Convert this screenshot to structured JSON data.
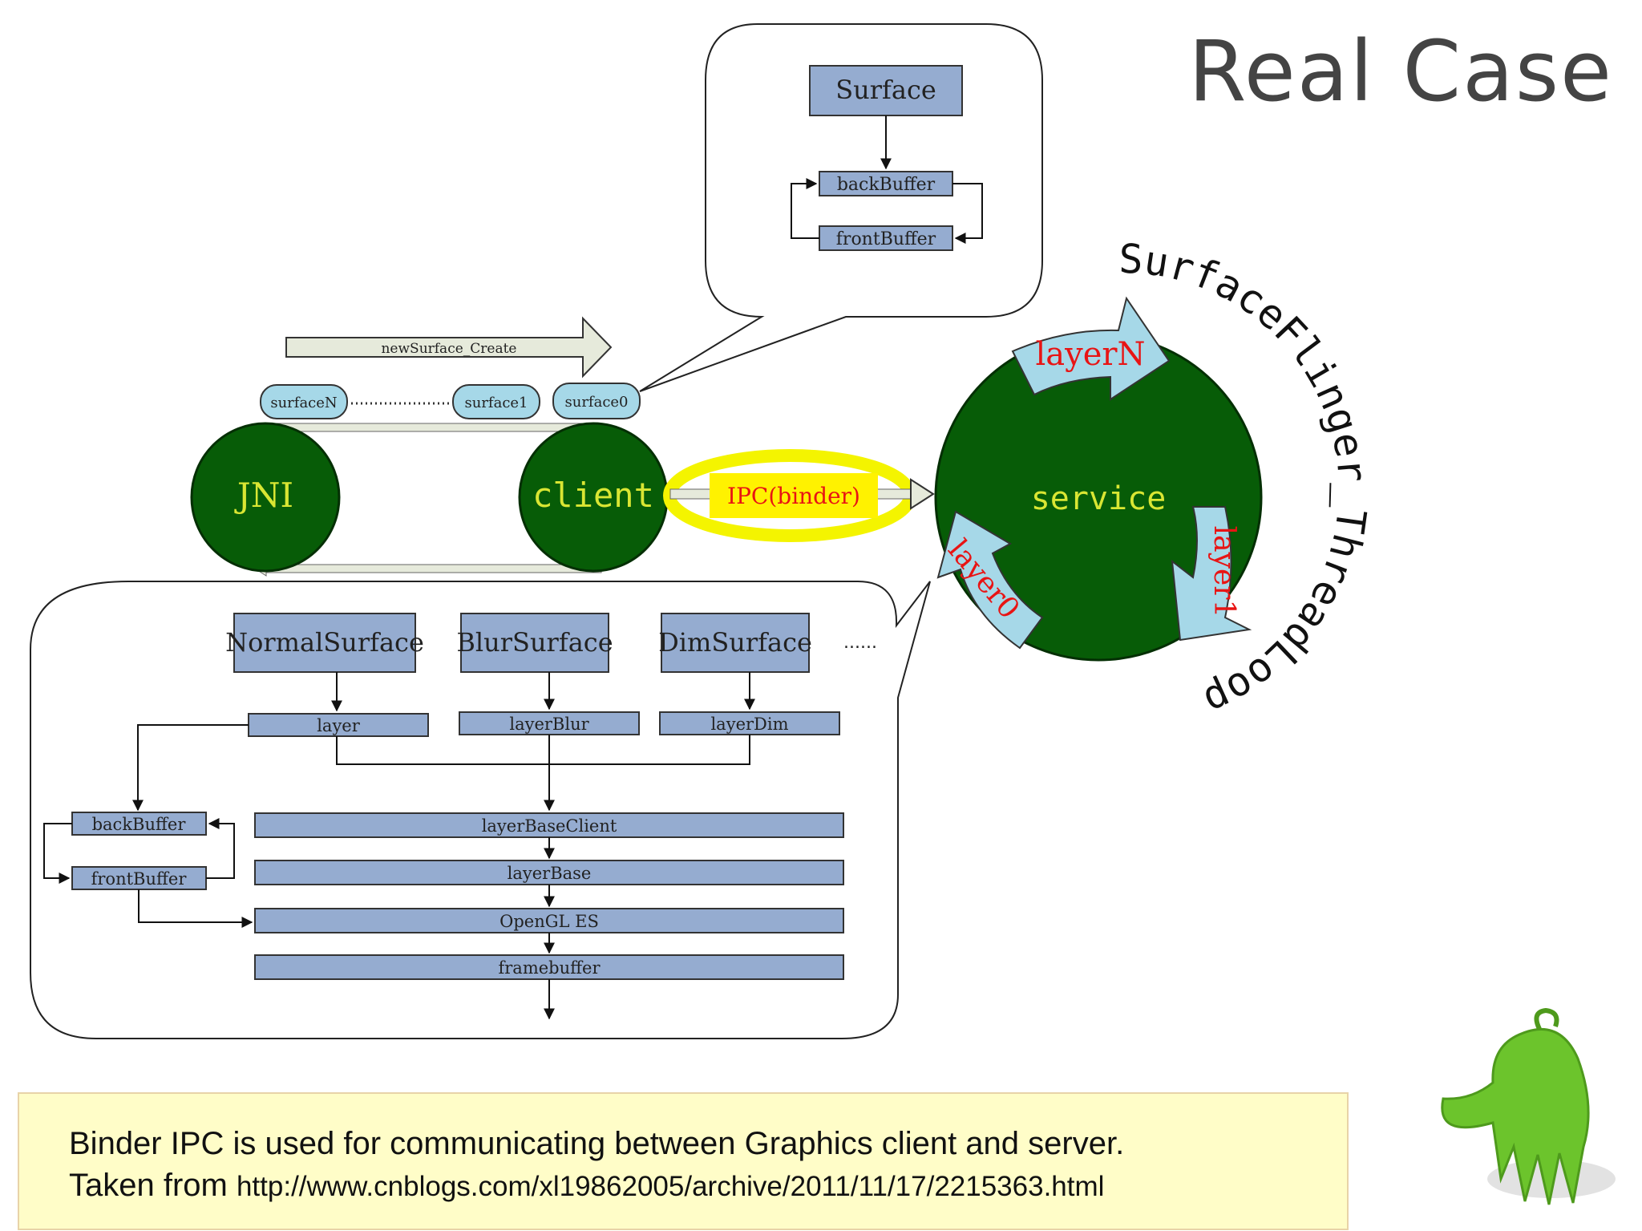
{
  "slide": {
    "title": "Real Case",
    "caption": {
      "line1": "Binder IPC is used for communicating between Graphics client and server.",
      "line2_prefix": "Taken from ",
      "line2_url": "http://www.cnblogs.com/xl19862005/archive/2011/11/17/2215363.html"
    }
  },
  "diagram": {
    "top_callout": {
      "surface": "Surface",
      "back_buffer": "backBuffer",
      "front_buffer": "frontBuffer"
    },
    "new_surface_arrow": "newSurface_Create",
    "surfaces": [
      "surfaceN",
      "surface1",
      "surface0"
    ],
    "jni": "JNI",
    "client": "client",
    "ipc": "IPC(binder)",
    "service": "service",
    "loop_layers": [
      "layerN",
      "layer1",
      "layer0"
    ],
    "thread_loop": "SurfaceFlinger_ThreadLoop",
    "bottom_callout": {
      "surface_types": [
        "NormalSurface",
        "BlurSurface",
        "DimSurface"
      ],
      "ellipsis": "......",
      "layers": [
        "layer",
        "layerBlur",
        "layerDim"
      ],
      "back_buffer": "backBuffer",
      "front_buffer": "frontBuffer",
      "stack": [
        "layerBaseClient",
        "layerBase",
        "OpenGL ES",
        "framebuffer"
      ]
    }
  },
  "colors": {
    "node_fill": "#95acd0",
    "node_stroke": "#333333",
    "green": "#075c07",
    "green_text": "#d9e633",
    "light_blue": "#a6d8e8",
    "ipc_yellow": "#fff200",
    "ipc_ring": "#f4f400",
    "red_text": "#e81414",
    "arrow_fill": "#e6eadb"
  }
}
